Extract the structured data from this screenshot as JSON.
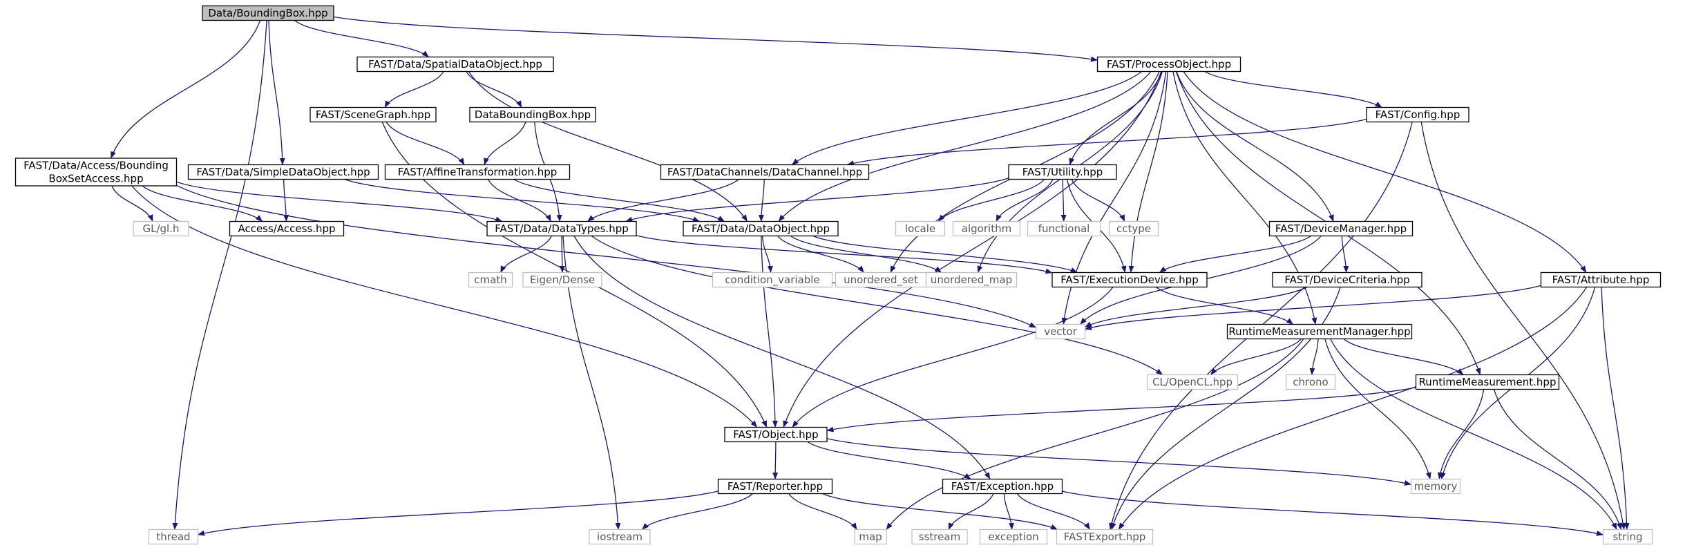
{
  "diagram": {
    "type": "include-dependency-graph",
    "colors": {
      "edge": "#191970",
      "node_border": "#000000",
      "system_border": "#bfbfbf",
      "system_text": "#595959",
      "root_fill": "#bfbfbf",
      "node_fill": "#ffffff",
      "text": "#000000"
    },
    "nodes": [
      {
        "id": "bbox",
        "label": [
          "Data/BoundingBox.hpp"
        ],
        "kind": "root"
      },
      {
        "id": "spatial",
        "label": [
          "FAST/Data/SpatialDataObject.hpp"
        ],
        "kind": "header"
      },
      {
        "id": "process",
        "label": [
          "FAST/ProcessObject.hpp"
        ],
        "kind": "header"
      },
      {
        "id": "bbsa",
        "label": [
          "FAST/Data/Access/Bounding",
          "BoxSetAccess.hpp"
        ],
        "kind": "header"
      },
      {
        "id": "simple",
        "label": [
          "FAST/Data/SimpleDataObject.hpp"
        ],
        "kind": "header"
      },
      {
        "id": "scenegraph",
        "label": [
          "FAST/SceneGraph.hpp"
        ],
        "kind": "header"
      },
      {
        "id": "databb",
        "label": [
          "DataBoundingBox.hpp"
        ],
        "kind": "header"
      },
      {
        "id": "affine",
        "label": [
          "FAST/AffineTransformation.hpp"
        ],
        "kind": "header"
      },
      {
        "id": "datachannel",
        "label": [
          "FAST/DataChannels/DataChannel.hpp"
        ],
        "kind": "header"
      },
      {
        "id": "utility",
        "label": [
          "FAST/Utility.hpp"
        ],
        "kind": "header"
      },
      {
        "id": "config",
        "label": [
          "FAST/Config.hpp"
        ],
        "kind": "header"
      },
      {
        "id": "glh",
        "label": [
          "GL/gl.h"
        ],
        "kind": "system"
      },
      {
        "id": "access",
        "label": [
          "Access/Access.hpp"
        ],
        "kind": "header"
      },
      {
        "id": "datatypes",
        "label": [
          "FAST/Data/DataTypes.hpp"
        ],
        "kind": "header"
      },
      {
        "id": "dataobject",
        "label": [
          "FAST/Data/DataObject.hpp"
        ],
        "kind": "header"
      },
      {
        "id": "locale",
        "label": [
          "locale"
        ],
        "kind": "system"
      },
      {
        "id": "algorithm",
        "label": [
          "algorithm"
        ],
        "kind": "system"
      },
      {
        "id": "functional",
        "label": [
          "functional"
        ],
        "kind": "system"
      },
      {
        "id": "cctype",
        "label": [
          "cctype"
        ],
        "kind": "system"
      },
      {
        "id": "devmgr",
        "label": [
          "FAST/DeviceManager.hpp"
        ],
        "kind": "header"
      },
      {
        "id": "cmath",
        "label": [
          "cmath"
        ],
        "kind": "system"
      },
      {
        "id": "eigen",
        "label": [
          "Eigen/Dense"
        ],
        "kind": "system"
      },
      {
        "id": "condvar",
        "label": [
          "condition_variable"
        ],
        "kind": "system"
      },
      {
        "id": "uset",
        "label": [
          "unordered_set"
        ],
        "kind": "system"
      },
      {
        "id": "umap",
        "label": [
          "unordered_map"
        ],
        "kind": "system"
      },
      {
        "id": "execdev",
        "label": [
          "FAST/ExecutionDevice.hpp"
        ],
        "kind": "header"
      },
      {
        "id": "devcrit",
        "label": [
          "FAST/DeviceCriteria.hpp"
        ],
        "kind": "header"
      },
      {
        "id": "attribute",
        "label": [
          "FAST/Attribute.hpp"
        ],
        "kind": "header"
      },
      {
        "id": "vector",
        "label": [
          "vector"
        ],
        "kind": "system"
      },
      {
        "id": "rtmm",
        "label": [
          "RuntimeMeasurementManager.hpp"
        ],
        "kind": "header"
      },
      {
        "id": "opencl",
        "label": [
          "CL/OpenCL.hpp"
        ],
        "kind": "system"
      },
      {
        "id": "chrono",
        "label": [
          "chrono"
        ],
        "kind": "system"
      },
      {
        "id": "rtm",
        "label": [
          "RuntimeMeasurement.hpp"
        ],
        "kind": "header"
      },
      {
        "id": "object",
        "label": [
          "FAST/Object.hpp"
        ],
        "kind": "header"
      },
      {
        "id": "reporter",
        "label": [
          "FAST/Reporter.hpp"
        ],
        "kind": "header"
      },
      {
        "id": "exception",
        "label": [
          "FAST/Exception.hpp"
        ],
        "kind": "header"
      },
      {
        "id": "memory",
        "label": [
          "memory"
        ],
        "kind": "system"
      },
      {
        "id": "thread",
        "label": [
          "thread"
        ],
        "kind": "system"
      },
      {
        "id": "iostream",
        "label": [
          "iostream"
        ],
        "kind": "system"
      },
      {
        "id": "map",
        "label": [
          "map"
        ],
        "kind": "system"
      },
      {
        "id": "sstream",
        "label": [
          "sstream"
        ],
        "kind": "system"
      },
      {
        "id": "stdexception",
        "label": [
          "exception"
        ],
        "kind": "system"
      },
      {
        "id": "fastexport",
        "label": [
          "FASTExport.hpp"
        ],
        "kind": "system"
      },
      {
        "id": "string",
        "label": [
          "string"
        ],
        "kind": "system"
      }
    ],
    "edges": [
      [
        "bbox",
        "spatial"
      ],
      [
        "bbox",
        "process"
      ],
      [
        "bbox",
        "bbsa"
      ],
      [
        "bbox",
        "simple"
      ],
      [
        "bbox",
        "thread"
      ],
      [
        "spatial",
        "scenegraph"
      ],
      [
        "spatial",
        "databb"
      ],
      [
        "spatial",
        "dataobject"
      ],
      [
        "scenegraph",
        "affine"
      ],
      [
        "scenegraph",
        "object"
      ],
      [
        "databb",
        "affine"
      ],
      [
        "databb",
        "datatypes"
      ],
      [
        "affine",
        "datatypes"
      ],
      [
        "affine",
        "dataobject"
      ],
      [
        "bbsa",
        "glh"
      ],
      [
        "bbsa",
        "access"
      ],
      [
        "bbsa",
        "datatypes"
      ],
      [
        "bbsa",
        "vector"
      ],
      [
        "bbsa",
        "object"
      ],
      [
        "simple",
        "access"
      ],
      [
        "simple",
        "dataobject"
      ],
      [
        "process",
        "object"
      ],
      [
        "process",
        "datachannel"
      ],
      [
        "process",
        "dataobject"
      ],
      [
        "process",
        "uset"
      ],
      [
        "process",
        "umap"
      ],
      [
        "process",
        "utility"
      ],
      [
        "process",
        "execdev"
      ],
      [
        "process",
        "vector"
      ],
      [
        "process",
        "config"
      ],
      [
        "process",
        "devmgr"
      ],
      [
        "process",
        "rtmm"
      ],
      [
        "process",
        "rtm"
      ],
      [
        "process",
        "attribute"
      ],
      [
        "config",
        "datachannel"
      ],
      [
        "config",
        "fastexport"
      ],
      [
        "config",
        "string"
      ],
      [
        "datachannel",
        "datatypes"
      ],
      [
        "datachannel",
        "dataobject"
      ],
      [
        "utility",
        "datatypes"
      ],
      [
        "utility",
        "locale"
      ],
      [
        "utility",
        "algorithm"
      ],
      [
        "utility",
        "functional"
      ],
      [
        "utility",
        "cctype"
      ],
      [
        "utility",
        "execdev"
      ],
      [
        "datatypes",
        "cmath"
      ],
      [
        "datatypes",
        "eigen"
      ],
      [
        "datatypes",
        "opencl"
      ],
      [
        "datatypes",
        "exception"
      ],
      [
        "datatypes",
        "iostream"
      ],
      [
        "datatypes",
        "execdev"
      ],
      [
        "dataobject",
        "condvar"
      ],
      [
        "dataobject",
        "uset"
      ],
      [
        "dataobject",
        "umap"
      ],
      [
        "dataobject",
        "execdev"
      ],
      [
        "dataobject",
        "object"
      ],
      [
        "execdev",
        "object"
      ],
      [
        "execdev",
        "rtmm"
      ],
      [
        "devmgr",
        "execdev"
      ],
      [
        "devmgr",
        "devcrit"
      ],
      [
        "devmgr",
        "vector"
      ],
      [
        "devcrit",
        "vector"
      ],
      [
        "devcrit",
        "fastexport"
      ],
      [
        "attribute",
        "vector"
      ],
      [
        "attribute",
        "memory"
      ],
      [
        "attribute",
        "string"
      ],
      [
        "attribute",
        "fastexport"
      ],
      [
        "rtmm",
        "opencl"
      ],
      [
        "rtmm",
        "chrono"
      ],
      [
        "rtmm",
        "rtm"
      ],
      [
        "rtmm",
        "memory"
      ],
      [
        "rtmm",
        "map"
      ],
      [
        "rtmm",
        "string"
      ],
      [
        "rtm",
        "object"
      ],
      [
        "rtm",
        "memory"
      ],
      [
        "rtm",
        "string"
      ],
      [
        "object",
        "reporter"
      ],
      [
        "object",
        "exception"
      ],
      [
        "object",
        "memory"
      ],
      [
        "reporter",
        "thread"
      ],
      [
        "reporter",
        "iostream"
      ],
      [
        "reporter",
        "map"
      ],
      [
        "reporter",
        "fastexport"
      ],
      [
        "exception",
        "sstream"
      ],
      [
        "exception",
        "stdexception"
      ],
      [
        "exception",
        "fastexport"
      ],
      [
        "exception",
        "string"
      ]
    ]
  }
}
